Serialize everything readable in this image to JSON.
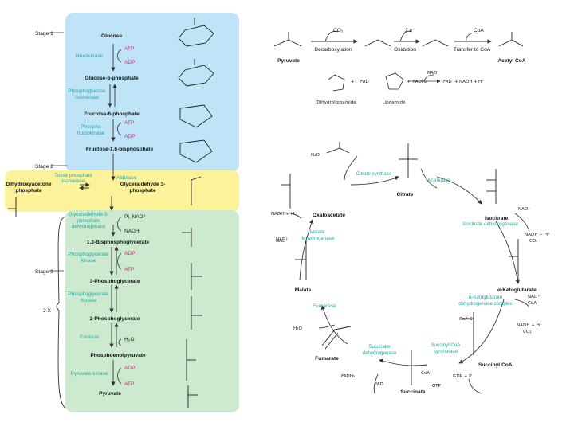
{
  "colors": {
    "stage1_bg": "#bfe4f7",
    "stage2_bg": "#fbf29a",
    "stage3_bg": "#cdeacf",
    "enzyme_teal": "#2aa6a3",
    "cofactor_magenta": "#d0258f",
    "arrow": "#333333"
  },
  "glycolysis": {
    "stages": [
      "Stage 1",
      "Stage 2",
      "Stage 3"
    ],
    "multiplier": "2 X",
    "metabolites": [
      "Glucose",
      "Glucose-6-phosphate",
      "Fructose-6-phosphate",
      "Fructose-1,6-bisphosphate",
      "Dihydroxyacetone phosphate",
      "Glyceraldehyde 3-phosphate",
      "1,3-Bisphosphoglycerate",
      "3-Phosphoglycerate",
      "2-Phosphoglycerate",
      "Phosphoenolpyruvate",
      "Pyruvate"
    ],
    "enzymes": [
      "Hexokinase",
      "Phosphoglucose isomerase",
      "Phospho fructokinase",
      "Aldolase",
      "Triose phosphate isomerase",
      "Glyceraldehyde 3-phosphate dehydrogenase",
      "Phosphoglycerate kinase",
      "Phosphoglycerate mutase",
      "Enolase",
      "Pyruvate kinase"
    ],
    "cofactors": [
      "ATP",
      "ADP",
      "ATP",
      "ADP",
      "Pi, NAD⁺",
      "NADH",
      "ADP",
      "ATP",
      "H₂O",
      "ADP",
      "ATP"
    ]
  },
  "pdh": {
    "steps": [
      "Decarboxylation",
      "Oxidation",
      "Transfer to CoA"
    ],
    "molecules": [
      "Pyruvate",
      "Acetyl CoA"
    ],
    "above": [
      "CO₂",
      "2 e⁻",
      "CoA"
    ],
    "lipoamide": [
      "Dihydrolipoamide",
      "Lipoamide"
    ],
    "reaction_terms": [
      "FAD",
      "FADH₂",
      "NAD⁺",
      "NADH",
      "H⁺"
    ]
  },
  "tca": {
    "metabolites": [
      "Oxaloacetate",
      "Citrate",
      "Isocitrate",
      "α-Ketoglutarate",
      "Succinyl CoA",
      "Succinate",
      "Fumarate",
      "Malate"
    ],
    "enzymes": [
      "Citrate synthase",
      "Aconitase",
      "Isocitrate dehydrogenase",
      "α-Ketoglutarate dehydrogenase complex",
      "Succinyl CoA synthetase",
      "Succinate dehydrogenase",
      "Fumarase",
      "Malate dehydrogenase"
    ],
    "cofactors": [
      "NADH + H⁺",
      "NAD⁺",
      "NAD⁺",
      "NADH + H⁺",
      "CO₂",
      "NAD⁺",
      "CoA",
      "NADH + H⁺",
      "CO₂",
      "CoA-S",
      "GDP + P",
      "GTP",
      "CoA",
      "FADH₂",
      "FAD",
      "H₂O",
      "NAD⁺",
      "H₂O"
    ]
  }
}
